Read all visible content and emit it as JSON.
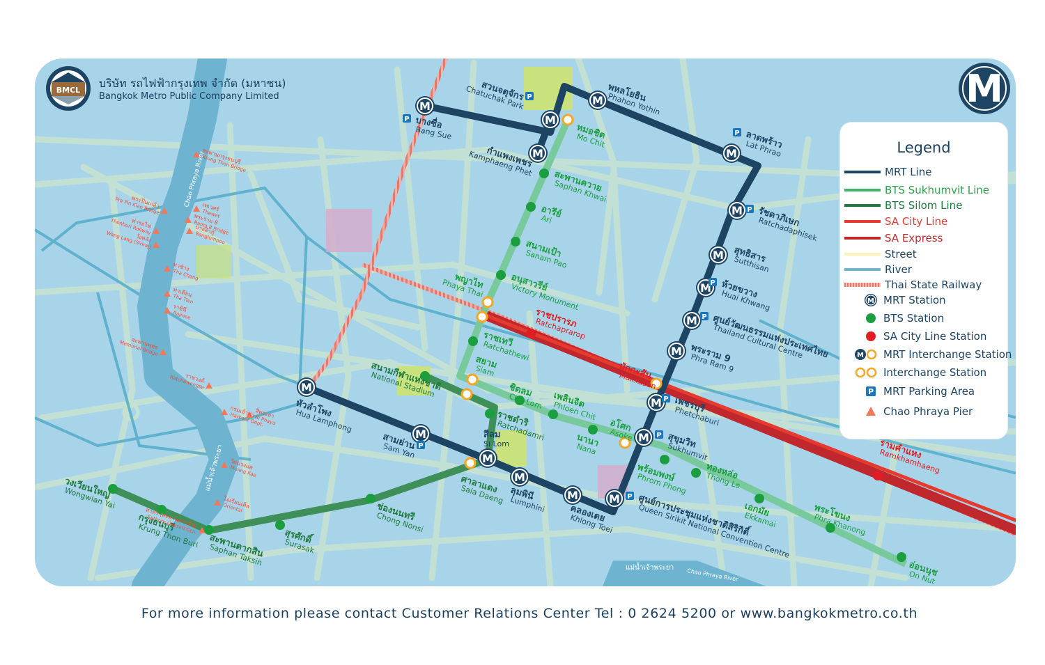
{
  "header": {
    "logo_text": "BMCL",
    "company_th": "บริษัท รถไฟฟ้ากรุงเทพ จำกัด (มหาชน)",
    "company_en": "Bangkok Metro Public Company Limited",
    "badge_letter": "M"
  },
  "colors": {
    "mrt": "#1d4463",
    "bts_sukhumvit": "#3fb56a",
    "bts_silom": "#1f7a3f",
    "sa_city": "#e63a2e",
    "sa_express": "#c0282d",
    "street": "#fbf7d8",
    "river": "#6eb3d0",
    "background": "#a8d4ea",
    "pier": "#f4775a"
  },
  "legend": {
    "title": "Legend",
    "items": [
      {
        "label": "MRT Line",
        "kind": "line",
        "color": "#1d4463",
        "text_color": "#1d4463"
      },
      {
        "label": "BTS Sukhumvit Line",
        "kind": "line",
        "color": "#3fb56a",
        "text_color": "#2ea14e"
      },
      {
        "label": "BTS Silom Line",
        "kind": "line",
        "color": "#1f7a3f",
        "text_color": "#1f7a3f"
      },
      {
        "label": "SA City Line",
        "kind": "line",
        "color": "#e63a2e",
        "text_color": "#e63a2e"
      },
      {
        "label": "SA Express",
        "kind": "line",
        "color": "#c0282d",
        "text_color": "#c0282d"
      },
      {
        "label": "Street",
        "kind": "line",
        "color": "#fbf3b6",
        "text_color": "#1d4463"
      },
      {
        "label": "River",
        "kind": "line",
        "color": "#6eb3d0",
        "text_color": "#1d4463"
      },
      {
        "label": "Thai State Railway",
        "kind": "rail",
        "color": "#e88a7a",
        "text_color": "#1d4463"
      },
      {
        "label": "MRT Station",
        "kind": "mrt-station",
        "color": "#1d4463",
        "text_color": "#1d4463"
      },
      {
        "label": "BTS Station",
        "kind": "bts-station",
        "color": "#1a9e3f",
        "text_color": "#1d4463"
      },
      {
        "label": "SA City Line Station",
        "kind": "sa-station",
        "color": "#e11d24",
        "text_color": "#1d4463"
      },
      {
        "label": "MRT Interchange Station",
        "kind": "mrt-interchange",
        "color": "#f5a623",
        "text_color": "#1d4463"
      },
      {
        "label": "Interchange Station",
        "kind": "interchange",
        "color": "#f5a623",
        "text_color": "#1d4463"
      },
      {
        "label": "MRT Parking Area",
        "kind": "parking",
        "color": "#1b75bb",
        "text_color": "#1d4463"
      },
      {
        "label": "Chao Phraya Pier",
        "kind": "pier",
        "color": "#f4775a",
        "text_color": "#1d4463"
      }
    ]
  },
  "mrt_stations": [
    {
      "th": "บางซื่อ",
      "en": "Bang Sue"
    },
    {
      "th": "กำแพงเพชร",
      "en": "Kamphaeng Phet"
    },
    {
      "th": "สวนจตุจักร",
      "en": "Chatuchak Park"
    },
    {
      "th": "พหลโยธิน",
      "en": "Phahon Yothin"
    },
    {
      "th": "ลาดพร้าว",
      "en": "Lat Phrao"
    },
    {
      "th": "รัชดาภิเษก",
      "en": "Ratchadaphisek"
    },
    {
      "th": "สุทธิสาร",
      "en": "Sutthisan"
    },
    {
      "th": "ห้วยขวาง",
      "en": "Huai Khwang"
    },
    {
      "th": "ศูนย์วัฒนธรรมแห่งประเทศไทย",
      "en": "Thailand Cultural Centre"
    },
    {
      "th": "พระราม 9",
      "en": "Phra Ram 9"
    },
    {
      "th": "เพชรบุรี",
      "en": "Phetchaburi"
    },
    {
      "th": "สุขุมวิท",
      "en": "Sukhumvit"
    },
    {
      "th": "ศูนย์การประชุมแห่งชาติสิริกิติ์",
      "en": "Queen Sirikit National Convention Centre"
    },
    {
      "th": "คลองเตย",
      "en": "Khlong Toei"
    },
    {
      "th": "ลุมพินี",
      "en": "Lumphini"
    },
    {
      "th": "สีลม",
      "en": "Si Lom"
    },
    {
      "th": "สามย่าน",
      "en": "Sam Yan"
    },
    {
      "th": "หัวลำโพง",
      "en": "Hua Lamphong"
    }
  ],
  "bts_sukhumvit_stations": [
    {
      "th": "หมอชิต",
      "en": "Mo Chit"
    },
    {
      "th": "สะพานควาย",
      "en": "Saphan Khwai"
    },
    {
      "th": "อารีย์",
      "en": "Ari"
    },
    {
      "th": "สนามเป้า",
      "en": "Sanam Pao"
    },
    {
      "th": "อนุสาวรีย์",
      "en": "Victory Monument"
    },
    {
      "th": "พญาไท",
      "en": "Phaya Thai"
    },
    {
      "th": "ราชเทวี",
      "en": "Ratchathewi"
    },
    {
      "th": "สยาม",
      "en": "Siam"
    },
    {
      "th": "ชิดลม",
      "en": "Chit Lom"
    },
    {
      "th": "เพลินจิต",
      "en": "Phloen Chit"
    },
    {
      "th": "นานา",
      "en": "Nana"
    },
    {
      "th": "อโศก",
      "en": "Asoke"
    },
    {
      "th": "พร้อมพงษ์",
      "en": "Phrom Phong"
    },
    {
      "th": "ทองหล่อ",
      "en": "Thong Lo"
    },
    {
      "th": "เอกมัย",
      "en": "Ekkamai"
    },
    {
      "th": "พระโขนง",
      "en": "Phra Khanong"
    },
    {
      "th": "อ่อนนุช",
      "en": "On Nut"
    }
  ],
  "bts_silom_stations": [
    {
      "th": "สนามกีฬาแห่งชาติ",
      "en": "National Stadium"
    },
    {
      "th": "ราชดำริ",
      "en": "Ratchadamri"
    },
    {
      "th": "ศาลาแดง",
      "en": "Sala Daeng"
    },
    {
      "th": "ช่องนนทรี",
      "en": "Chong Nonsi"
    },
    {
      "th": "สุรศักดิ์",
      "en": "Surasak"
    },
    {
      "th": "สะพานตากสิน",
      "en": "Saphan Taksin"
    },
    {
      "th": "กรุงธนบุรี",
      "en": "Krung Thon Buri"
    },
    {
      "th": "วงเวียนใหญ่",
      "en": "Wongwian Yai"
    }
  ],
  "sa_stations": [
    {
      "th": "ราชปรารภ",
      "en": "Ratchaprarop"
    },
    {
      "th": "มักกะสัน",
      "en": "Makkasan"
    },
    {
      "th": "รามคำแหง",
      "en": "Ramkhamhaeng"
    }
  ],
  "piers": [
    {
      "th": "สะพานกรุงธนบุรี",
      "en": "Krung Thon Bridge"
    },
    {
      "th": "เทเวศร์",
      "en": "Thewet"
    },
    {
      "th": "พระปิ่นเกล้า",
      "en": "Pra Pin Klao Bridge"
    },
    {
      "th": "พระราม 8",
      "en": "Rama 8 Bridge"
    },
    {
      "th": "บางลำภู",
      "en": "Banglumpoo"
    },
    {
      "th": "ท่ารถไฟ",
      "en": "Thonburi Railway"
    },
    {
      "th": "วังหลัง",
      "en": "Wang Lang (Siriraj)"
    },
    {
      "th": "ท่าช้าง",
      "en": "Tha Chang"
    },
    {
      "th": "ท่าเตียน",
      "en": "Tha Tien"
    },
    {
      "th": "ราชินี",
      "en": "Rajinee"
    },
    {
      "th": "สะพานพุทธ",
      "en": "Memorial Bridge"
    },
    {
      "th": "ราชวงศ์",
      "en": "Ratchawongse"
    },
    {
      "th": "กรมเจ้าท่า",
      "en": "Harbour Dept."
    },
    {
      "th": "สี่พระยา",
      "en": "Si Phaya"
    },
    {
      "th": "วัดม่วงแค",
      "en": "Muang Kae"
    },
    {
      "th": "โอเรียนเต็ล",
      "en": "Oriental"
    },
    {
      "th": "สาทร (สะพานตากสิน)",
      "en": "Sathorn (Taksin) Cen."
    }
  ],
  "river_labels": {
    "north_en": "Chao Phraya River",
    "center_th": "แม่น้ำเจ้าพระยา",
    "south_th": "แม่น้ำเจ้าพระยา",
    "south_en": "Chao Phraya River"
  },
  "footer": {
    "text": "For more information please contact Customer Relations Center Tel : 0 2624 5200 or www.bangkokmetro.co.th"
  }
}
